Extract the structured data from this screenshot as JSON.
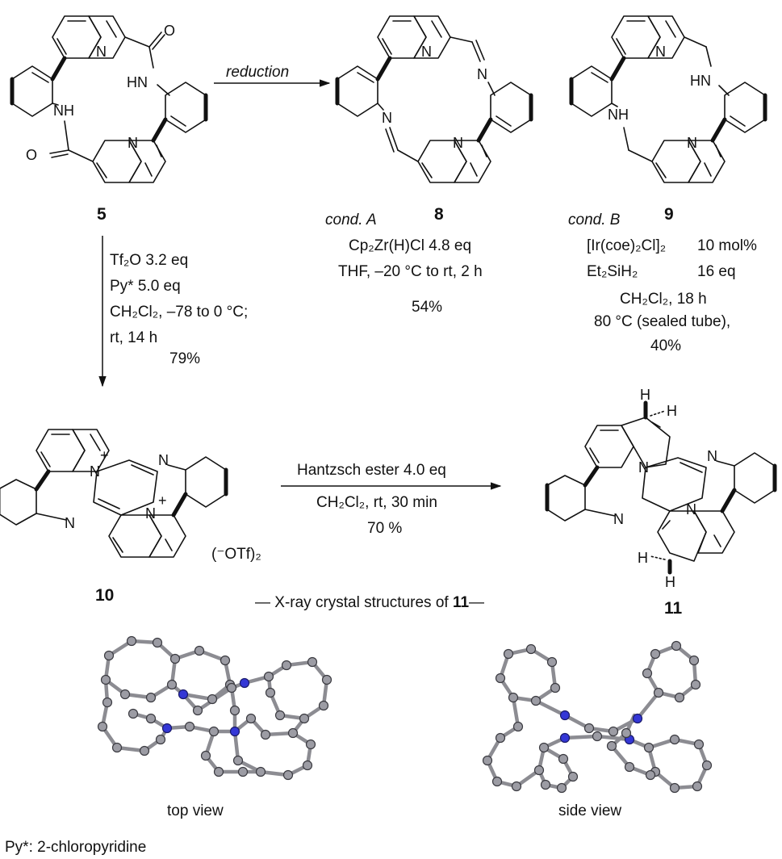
{
  "compounds": {
    "c5": "5",
    "c8": "8",
    "c9": "9",
    "c10": "10",
    "c11": "11"
  },
  "reduction_label": "reduction",
  "cond_a": {
    "title": "cond. A",
    "reagent": "Cp₂Zr(H)Cl  4.8 eq",
    "conditions": "THF, –20 °C to rt, 2 h",
    "yield": "54%"
  },
  "cond_b": {
    "title": "cond. B",
    "catalyst_name": "[Ir(coe)₂Cl]₂",
    "catalyst_amount": "10 mol%",
    "silane_name": "Et₂SiH₂",
    "silane_amount": "16 eq",
    "solvent": "CH₂Cl₂, 18 h",
    "temperature": "80 °C (sealed tube),",
    "yield": "40%"
  },
  "step_5_to_10": {
    "line1": "Tf₂O  3.2 eq",
    "line2": "Py*   5.0 eq",
    "line3": "CH₂Cl₂, –78 to 0 °C;",
    "line4": "rt, 14 h",
    "yield": "79%"
  },
  "step_10_to_11": {
    "reagent": "Hantzsch ester  4.0 eq",
    "conditions": "CH₂Cl₂, rt, 30 min",
    "yield": "70 %"
  },
  "counterion": "(⁻OTf)₂",
  "xray": {
    "caption_prefix": "— X-ray crystal structures of ",
    "caption_compound": "11",
    "caption_suffix": "—",
    "top_view": "top view",
    "side_view": "side view"
  },
  "footnote": "Py*: 2-chloropyridine",
  "atoms": {
    "N": "N",
    "H": "H",
    "O": "O",
    "NH": "NH",
    "HN": "HN",
    "plus": "+"
  },
  "colors": {
    "carbon": "#9c9ca4",
    "nitrogen": "#3437d6",
    "bond": "#8c8c92",
    "ink": "#111111"
  }
}
